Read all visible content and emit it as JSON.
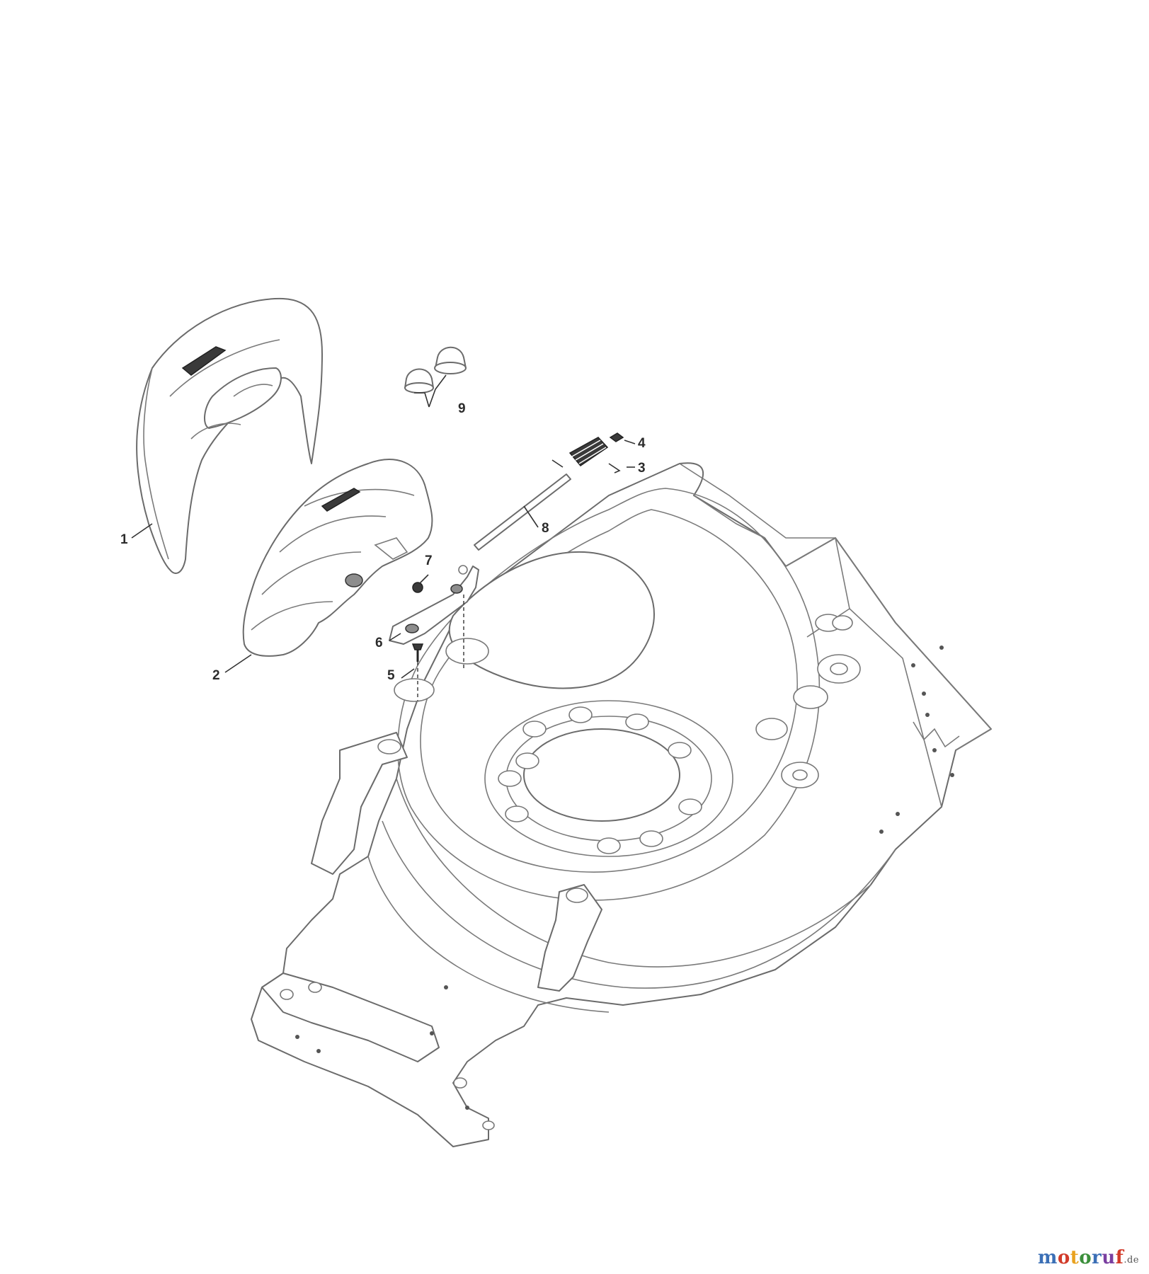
{
  "callouts": [
    {
      "id": "1",
      "label": "1"
    },
    {
      "id": "2",
      "label": "2"
    },
    {
      "id": "3",
      "label": "3"
    },
    {
      "id": "4",
      "label": "4"
    },
    {
      "id": "5",
      "label": "5"
    },
    {
      "id": "6",
      "label": "6"
    },
    {
      "id": "7",
      "label": "7"
    },
    {
      "id": "8",
      "label": "8"
    },
    {
      "id": "9",
      "label": "9"
    }
  ],
  "watermark": {
    "text_main": "motoruf",
    "text_suffix": ".de",
    "colors": [
      "#3b6fb6",
      "#d23b2a",
      "#e9a21f",
      "#3b8f3b",
      "#3b6fb6",
      "#7a3fa0",
      "#d23b2a"
    ]
  }
}
